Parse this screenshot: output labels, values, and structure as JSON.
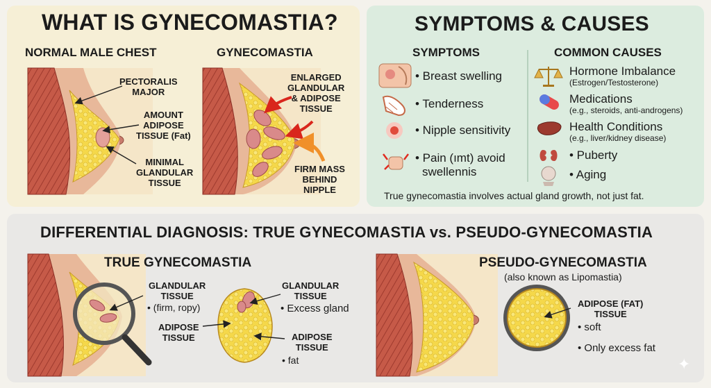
{
  "what": {
    "title": "WHAT IS GYNECOMASTIA?",
    "normal": {
      "heading": "NORMAL MALE CHEST",
      "pectoralis": [
        "PECTORALIS",
        "MAJOR"
      ],
      "adipose": [
        "AMOUNT",
        "ADIPOSE",
        "TISSUE (Fat)"
      ],
      "glandular": [
        "MINIMAL",
        "GLANDULAR",
        "TISSUE"
      ]
    },
    "gyne": {
      "heading": "GYNECOMASTIA",
      "enlarged": [
        "ENLARGED",
        "GLANDULAR",
        "& ADIPOSE",
        "TISSUE"
      ],
      "firm": [
        "FIRM MASS",
        "BEHIND",
        "NIPPLE"
      ]
    }
  },
  "symptoms": {
    "title": "SYMPTOMS & CAUSES",
    "symptoms_heading": "SYMPTOMS",
    "causes_heading": "COMMON CAUSES",
    "symptoms": [
      {
        "icon": "chest-hand-icon",
        "text": "• Breast swelling"
      },
      {
        "icon": "hands-icon",
        "text": "• Tenderness"
      },
      {
        "icon": "red-spot-icon",
        "text": "• Nipple sensitivity"
      },
      {
        "icon": "fist-pain-icon",
        "text": "• Pain (ımt) avoid",
        "text2": "swellennis"
      }
    ],
    "causes": [
      {
        "icon": "scale-icon",
        "text": "Hormone Imbalance",
        "sub": "(Estrogen/Testosterone)"
      },
      {
        "icon": "pill-icon",
        "text": "Medications",
        "sub": "(e.g., steroids, anti-androgens)"
      },
      {
        "icon": "liver-icon",
        "text": "Health Conditions",
        "sub": "(e.g., liver/kidney disease)"
      },
      {
        "icon": "kidney-icon",
        "text": "• Puberty",
        "sub": ""
      },
      {
        "icon": "head-icon",
        "text": "• Aging",
        "sub": ""
      }
    ],
    "note": "True gynecomastia involves actual gland growth, not just fat."
  },
  "diff": {
    "title": "DIFFERENTIAL DIAGNOSIS: TRUE GYNECOMASTIA vs. PSEUDO-GYNECOMASTIA",
    "true": {
      "heading": "TRUE GYNECOMASTIA",
      "gland1": [
        "GLANDULAR",
        "TISSUE"
      ],
      "gland1_note": "• (firm, ropy)",
      "adipose1": [
        "ADIPOSE",
        "TISSUE"
      ],
      "gland2": [
        "GLANDULAR",
        "TISSUE"
      ],
      "gland2_note": "• Excess gland",
      "adipose2": [
        "ADIPOSE",
        "TISSUE"
      ],
      "adipose2_note": "• fat"
    },
    "pseudo": {
      "heading": "PSEUDO-GYNECOMASTIA",
      "subheading": "(also known as Lipomastia)",
      "adipose": [
        "ADIPOSE (FAT)",
        "TISSUE"
      ],
      "soft": "• soft",
      "only": "• Only excess fat"
    }
  },
  "colors": {
    "yellow_panel": "#f6efd6",
    "green_panel": "#dcecdf",
    "grey_panel": "#e9e8e6",
    "muscle": "#b5473a",
    "fat": "#f5d84a",
    "gland": "#d98a8a",
    "arrow_red": "#d9261c",
    "arrow_orange": "#f0902a"
  }
}
